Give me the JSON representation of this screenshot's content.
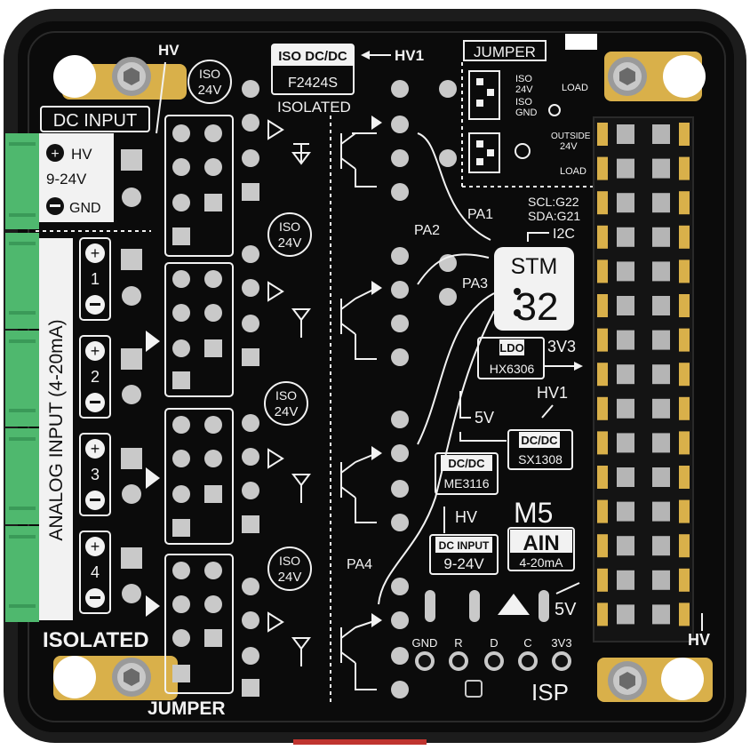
{
  "colors": {
    "pcb": "#0b0b0b",
    "enclosure": "#1c1c1c",
    "silkscreen": "#f2f2f2",
    "pad_silver": "#c9c9c9",
    "gold": "#d9b04a",
    "terminal_green": "#4fb86e"
  },
  "labels": {
    "hv_top": "HV",
    "iso_dcdc_title": "ISO DC/DC",
    "iso_dcdc_part": "F2424S",
    "hv1_top": "HV1",
    "isolated_top": "ISOLATED",
    "jumper_top": "JUMPER",
    "jumper_iso24v": "ISO 24V",
    "jumper_iso_gnd": "ISO GND",
    "jumper_load1": "LOAD",
    "jumper_outside24v": "OUTSIDE 24V",
    "jumper_load2": "LOAD",
    "dc_input": "DC INPUT",
    "dc_hv": "HV",
    "dc_range": "9-24V",
    "dc_gnd": "GND",
    "iso24v": "ISO 24V",
    "channels": [
      "1",
      "2",
      "3",
      "4"
    ],
    "analog_input": "ANALOG INPUT (4-20mA)",
    "isolated_bottom": "ISOLATED",
    "jumper_bottom": "JUMPER",
    "pa1": "PA1",
    "pa2": "PA2",
    "pa3": "PA3",
    "pa4": "PA4",
    "scl": "SCL:G22",
    "sda": "SDA:G21",
    "i2c": "I2C",
    "stm": "STM",
    "stm_num": "32",
    "ldo": "LDO",
    "ldo_part": "HX6306",
    "v3v3": "3V3",
    "hv1_mid": "HV1",
    "v5v": "5V",
    "dcdc1": "DC/DC",
    "dcdc1_part": "SX1308",
    "dcdc2": "DC/DC",
    "dcdc2_part": "ME3116",
    "hv_mid": "HV",
    "dc_input2": "DC INPUT",
    "dc_range2": "9-24V",
    "m5": "M5",
    "ain": "AIN",
    "ain_range": "4-20mA",
    "v5v_right": "5V",
    "hv_right": "HV",
    "isp_pins": [
      "GND",
      "R",
      "D",
      "C",
      "3V3"
    ],
    "isp": "ISP"
  }
}
